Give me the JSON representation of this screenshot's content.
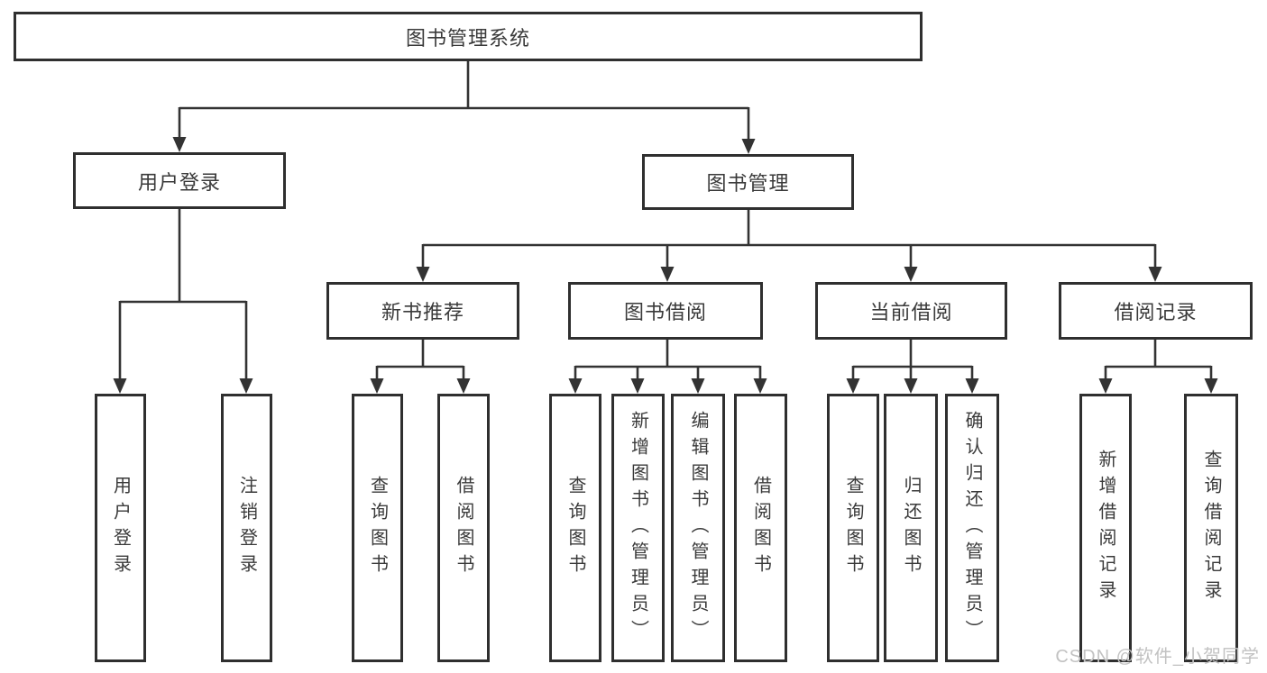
{
  "colors": {
    "line": "#333333",
    "box-border": "#2f2f2f",
    "text": "#3a3a3a",
    "bg": "#ffffff",
    "watermark": "#c2c2c2"
  },
  "tree": {
    "root": "图书管理系统",
    "level2": {
      "user_login": "用户登录",
      "book_mgmt": "图书管理"
    },
    "level3": {
      "new_book_rec": "新书推荐",
      "book_borrow": "图书借阅",
      "current_borrow": "当前借阅",
      "borrow_record": "借阅记录"
    },
    "leaves": {
      "user_login_leaf": "用户登录",
      "logout": "注销登录",
      "rec_query_book": "查询图书",
      "rec_borrow_book": "借阅图书",
      "bb_query_book": "查询图书",
      "bb_add_book": "新增图书（管理员）",
      "bb_edit_book": "编辑图书（管理员）",
      "bb_borrow_book": "借阅图书",
      "cb_query_book": "查询图书",
      "cb_return_book": "归还图书",
      "cb_confirm_return": "确认归还（管理员）",
      "br_add_record": "新增借阅记录",
      "br_query_record": "查询借阅记录"
    }
  },
  "watermark": "CSDN @软件_小贺同学"
}
